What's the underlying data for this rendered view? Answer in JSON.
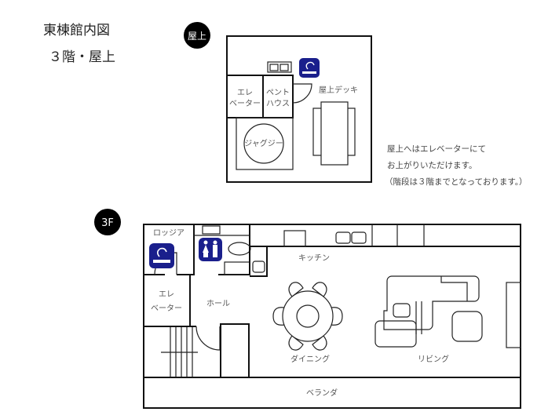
{
  "title": {
    "line1": "東棟館内図",
    "line2": "３階・屋上"
  },
  "rooftop": {
    "badge": "屋上",
    "elevator": [
      "エレ",
      "ベーター"
    ],
    "penthouse": [
      "ペント",
      "ハウス"
    ],
    "jacuzzi": "ジャグジー",
    "deck": "屋上デッキ",
    "icons": [
      "smoking-area-icon"
    ]
  },
  "note": {
    "lines": [
      "屋上へはエレベーターにて",
      "お上がりいただけます。",
      "（階段は３階までとなっております。）"
    ]
  },
  "floor3": {
    "badge": "3F",
    "loggia": "ロッジア",
    "elevator": [
      "エレ",
      "ベーター"
    ],
    "hall": "ホール",
    "kitchen": "キッチン",
    "dining": "ダイニング",
    "living": "リビング",
    "veranda": "ベランダ",
    "icons": [
      "smoking-area-icon",
      "restroom-icon"
    ]
  },
  "colors": {
    "icon_bg": "#1a1f8c",
    "badge_bg": "#000000"
  }
}
